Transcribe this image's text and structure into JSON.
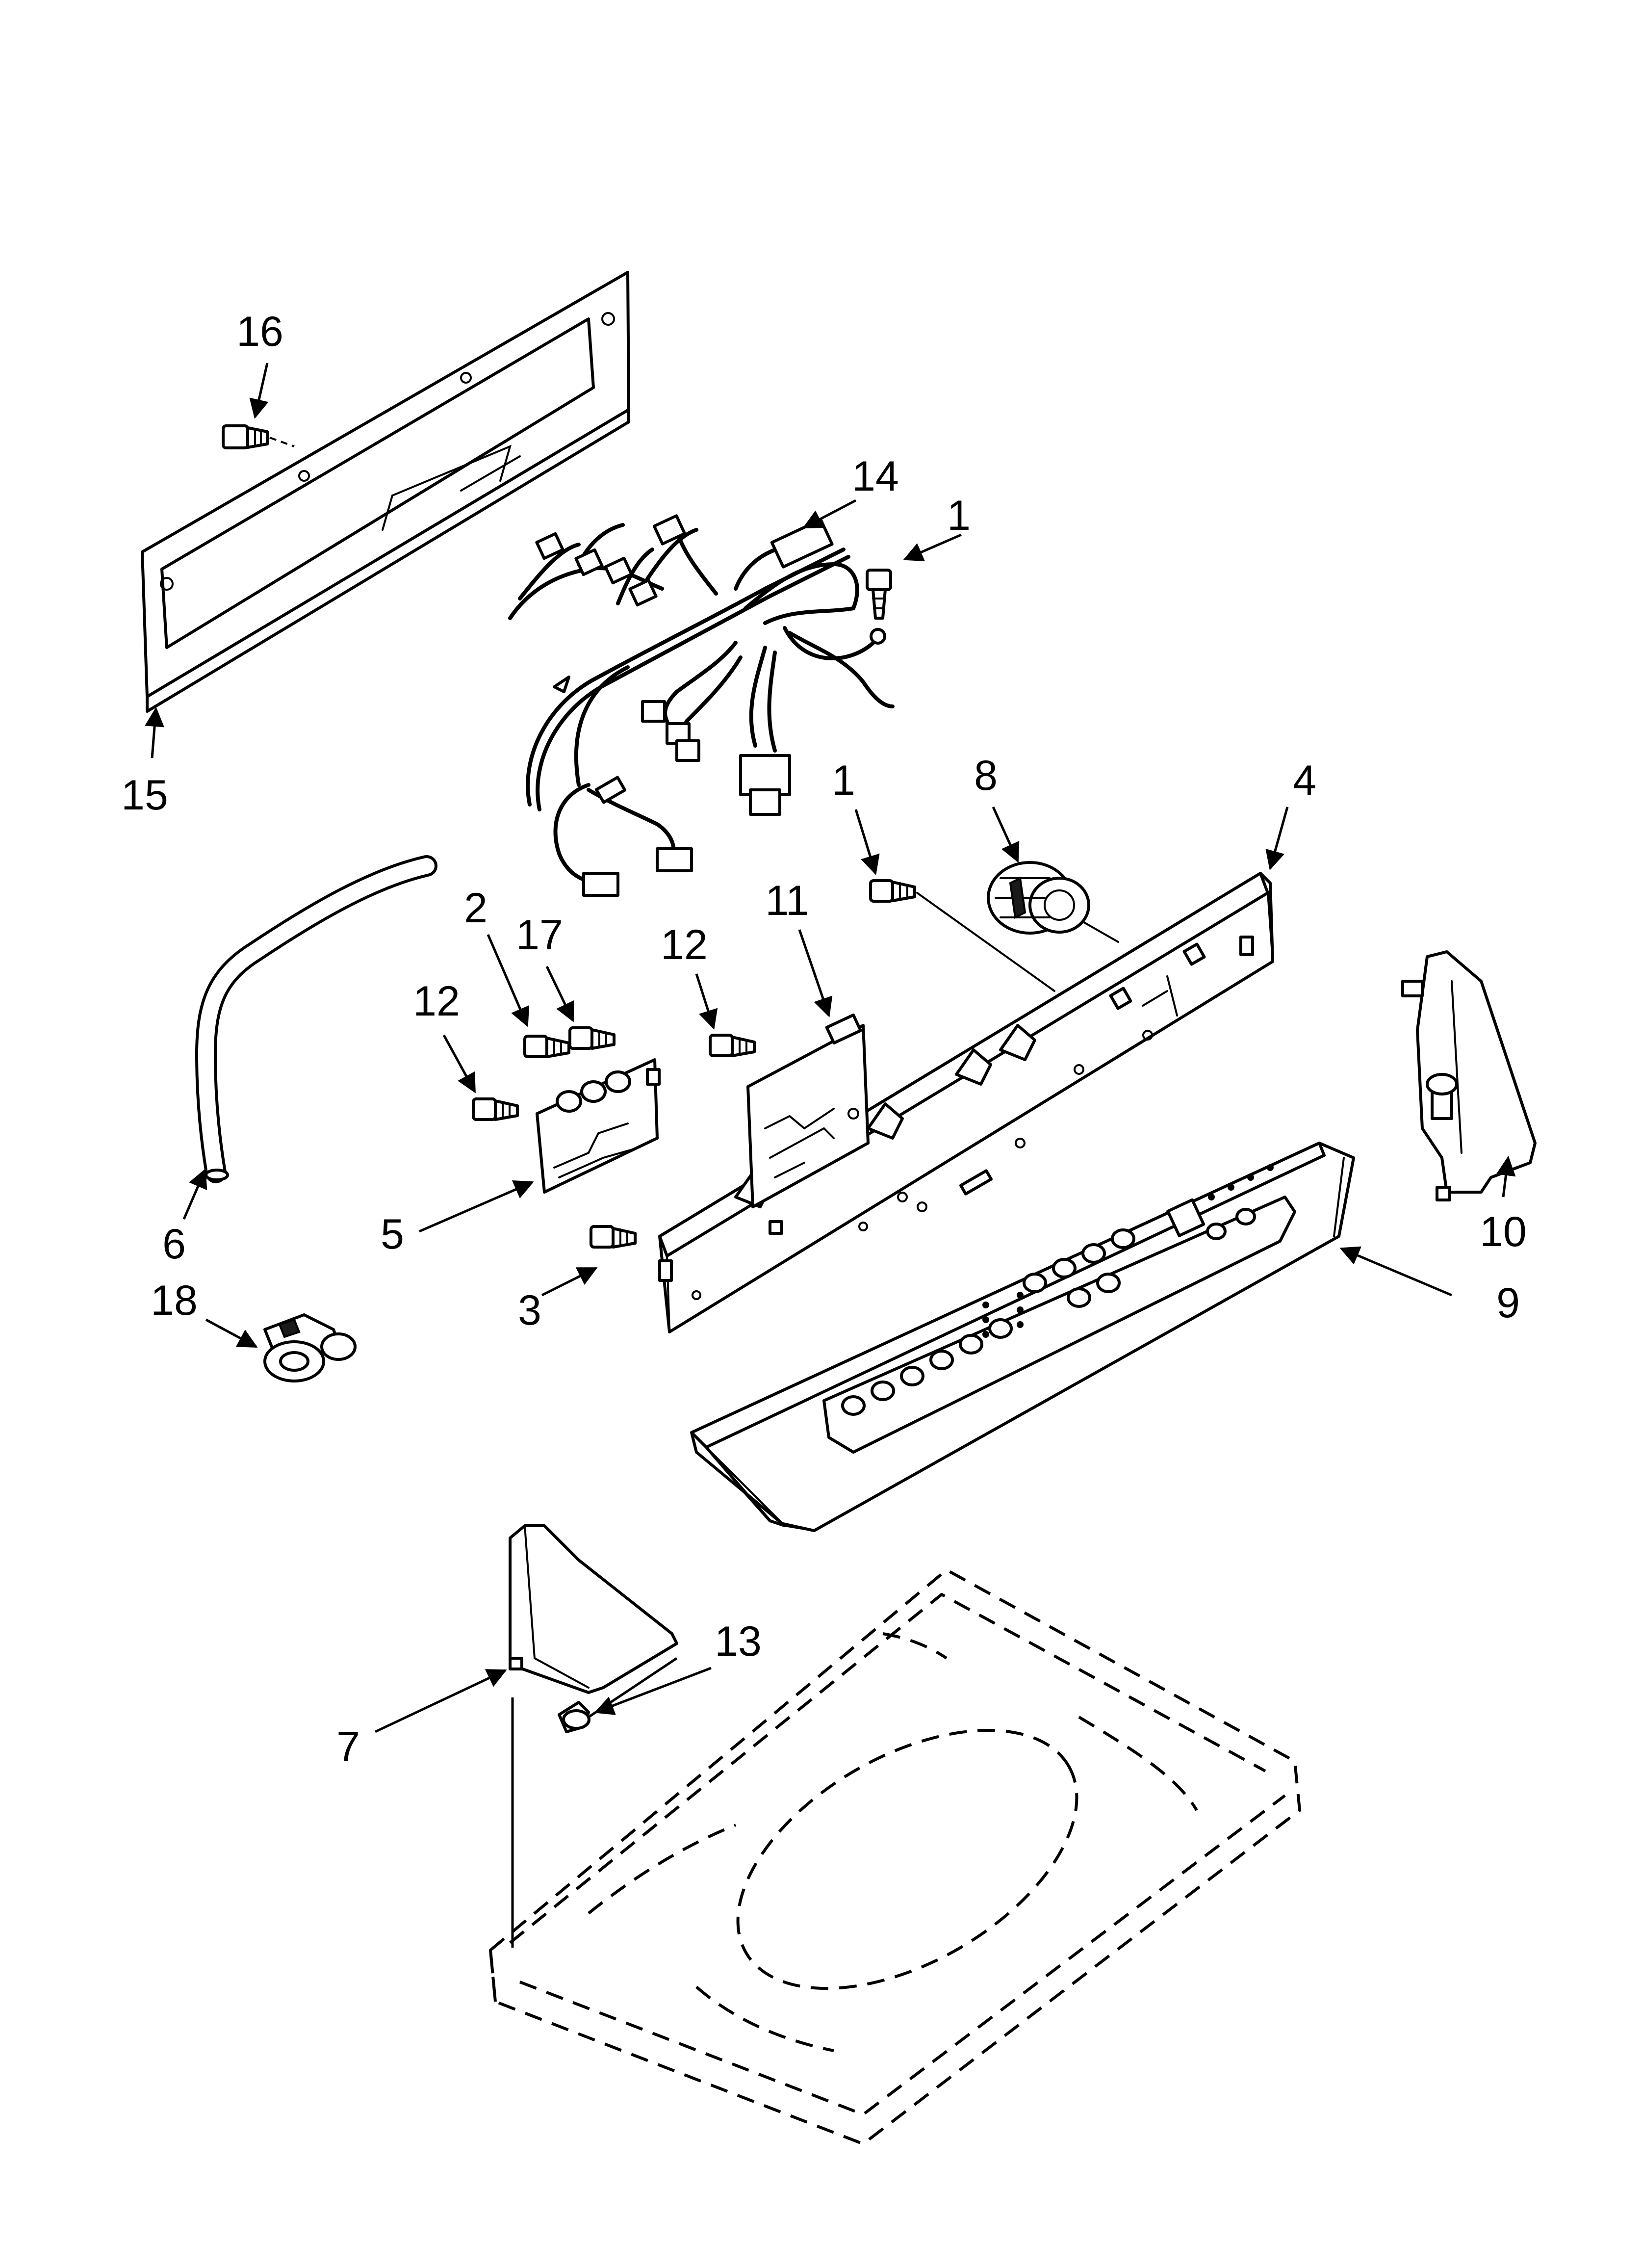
{
  "colors": {
    "line": "#000000",
    "background": "#ffffff"
  },
  "callouts": [
    "16",
    "15",
    "14",
    "1",
    "1",
    "8",
    "4",
    "2",
    "17",
    "12",
    "12",
    "11",
    "6",
    "5",
    "3",
    "18",
    "9",
    "10",
    "13",
    "7"
  ]
}
